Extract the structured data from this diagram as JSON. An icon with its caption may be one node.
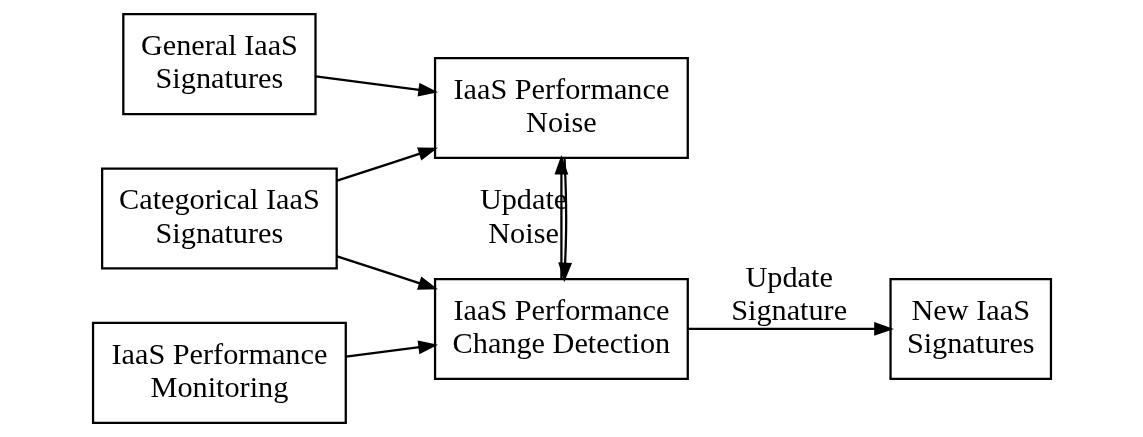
{
  "diagram": {
    "nodes": [
      {
        "text": [
          "General IaaS Signatures"
        ]
      },
      {
        "text": [
          "Categorical IaaS Signatures"
        ]
      },
      {
        "text": [
          "IaaS Performance Noise"
        ]
      },
      {
        "text": [
          "IaaS Performance Monitoring"
        ]
      },
      {
        "text": [
          "IaaS Performance Change Detection"
        ]
      },
      {
        "text": [
          "New IaaS Signatures"
        ]
      }
    ],
    "edges": [
      {
        "from": 0,
        "to": 2,
        "arrow": "to"
      },
      {
        "from": 1,
        "to": 2,
        "arrow": "to"
      },
      {
        "from": 1,
        "to": 4,
        "arrow": "to"
      },
      {
        "from": 2,
        "to": 4,
        "arrow": "to"
      },
      {
        "from": 3,
        "to": 4,
        "arrow": "to"
      },
      {
        "from": 4,
        "to": 2,
        "arrow": "to",
        "label": "Update Noise"
      },
      {
        "from": 4,
        "to": 5,
        "arrow": "to",
        "label": "Update Signature"
      }
    ]
  }
}
